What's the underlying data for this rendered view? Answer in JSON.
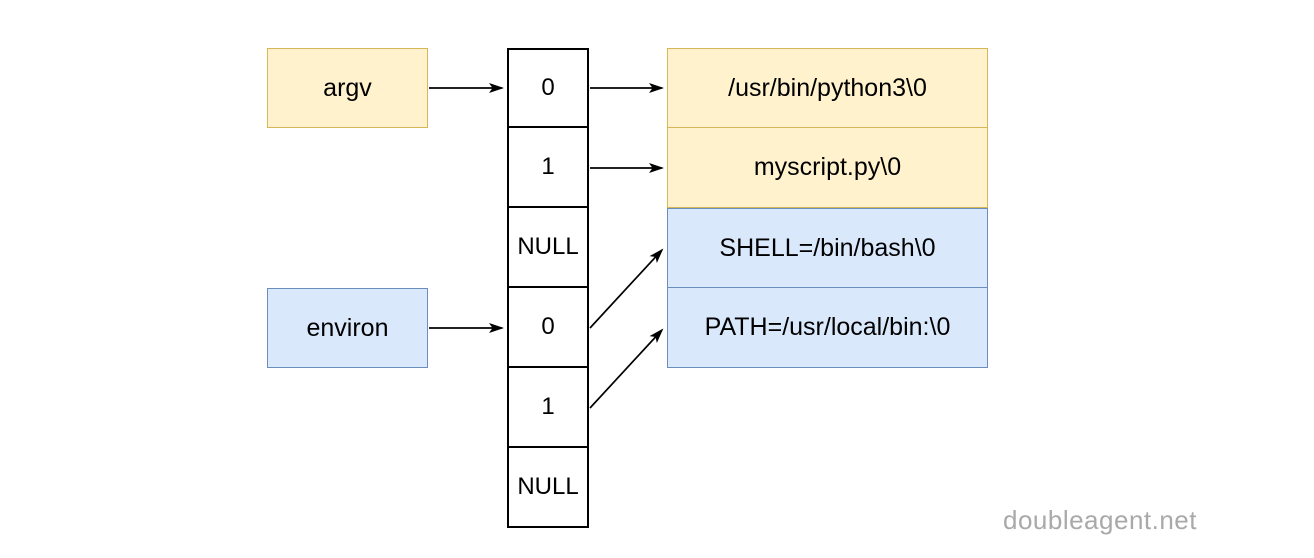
{
  "diagram": {
    "pointers": {
      "argv": {
        "label": "argv"
      },
      "environ": {
        "label": "environ"
      }
    },
    "pointer_array_cells": [
      "0",
      "1",
      "NULL",
      "0",
      "1",
      "NULL"
    ],
    "strings": [
      {
        "text": "/usr/bin/python3\\0",
        "group": "argv"
      },
      {
        "text": "myscript.py\\0",
        "group": "argv"
      },
      {
        "text": "SHELL=/bin/bash\\0",
        "group": "environ"
      },
      {
        "text": "PATH=/usr/local/bin:\\0",
        "group": "environ"
      }
    ],
    "edges": [
      {
        "from": "argv-pointer-box",
        "to": "pointer-array-cell-0"
      },
      {
        "from": "environ-pointer-box",
        "to": "pointer-array-cell-3"
      },
      {
        "from": "pointer-array-cell-0",
        "to": "string-box-0"
      },
      {
        "from": "pointer-array-cell-1",
        "to": "string-box-1"
      },
      {
        "from": "pointer-array-cell-3",
        "to": "string-box-2"
      },
      {
        "from": "pointer-array-cell-4",
        "to": "string-box-3"
      }
    ]
  },
  "colors": {
    "argv_fill": "#FFF2CC",
    "argv_border": "#D6B656",
    "environ_fill": "#DAE8FC",
    "environ_border": "#6C8EBF",
    "cell_fill": "#FFFFFF",
    "cell_border": "#000000",
    "arrow": "#000000",
    "watermark": "#A9A9A9"
  },
  "watermark": {
    "text": "doubleagent.net"
  }
}
